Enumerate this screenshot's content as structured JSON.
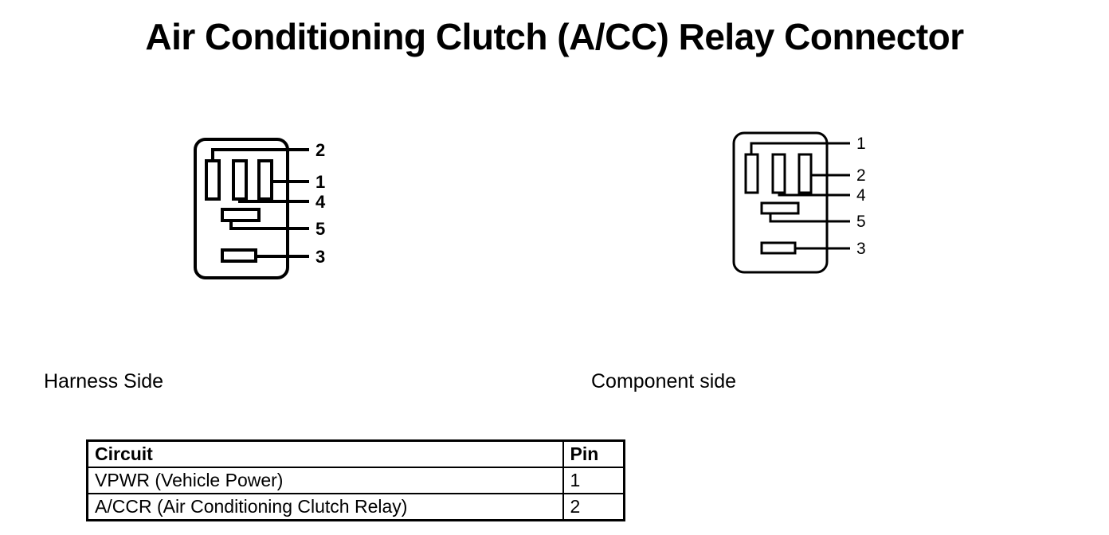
{
  "title": "Air Conditioning Clutch (A/CC) Relay Connector",
  "diagrams": [
    {
      "id": "harness",
      "caption": "Harness Side",
      "pin_labels": [
        "2",
        "1",
        "4",
        "5",
        "3"
      ]
    },
    {
      "id": "component",
      "caption": "Component side",
      "pin_labels": [
        "1",
        "2",
        "4",
        "5",
        "3"
      ]
    }
  ],
  "pin_table": {
    "headers": [
      "Circuit",
      "Pin"
    ],
    "rows": [
      {
        "circuit": "VPWR (Vehicle Power)",
        "pin": "1"
      },
      {
        "circuit": "A/CCR (Air Conditioning Clutch Relay)",
        "pin": "2"
      }
    ]
  },
  "colors": {
    "line": "#000000",
    "background": "#ffffff",
    "text": "#000000"
  }
}
